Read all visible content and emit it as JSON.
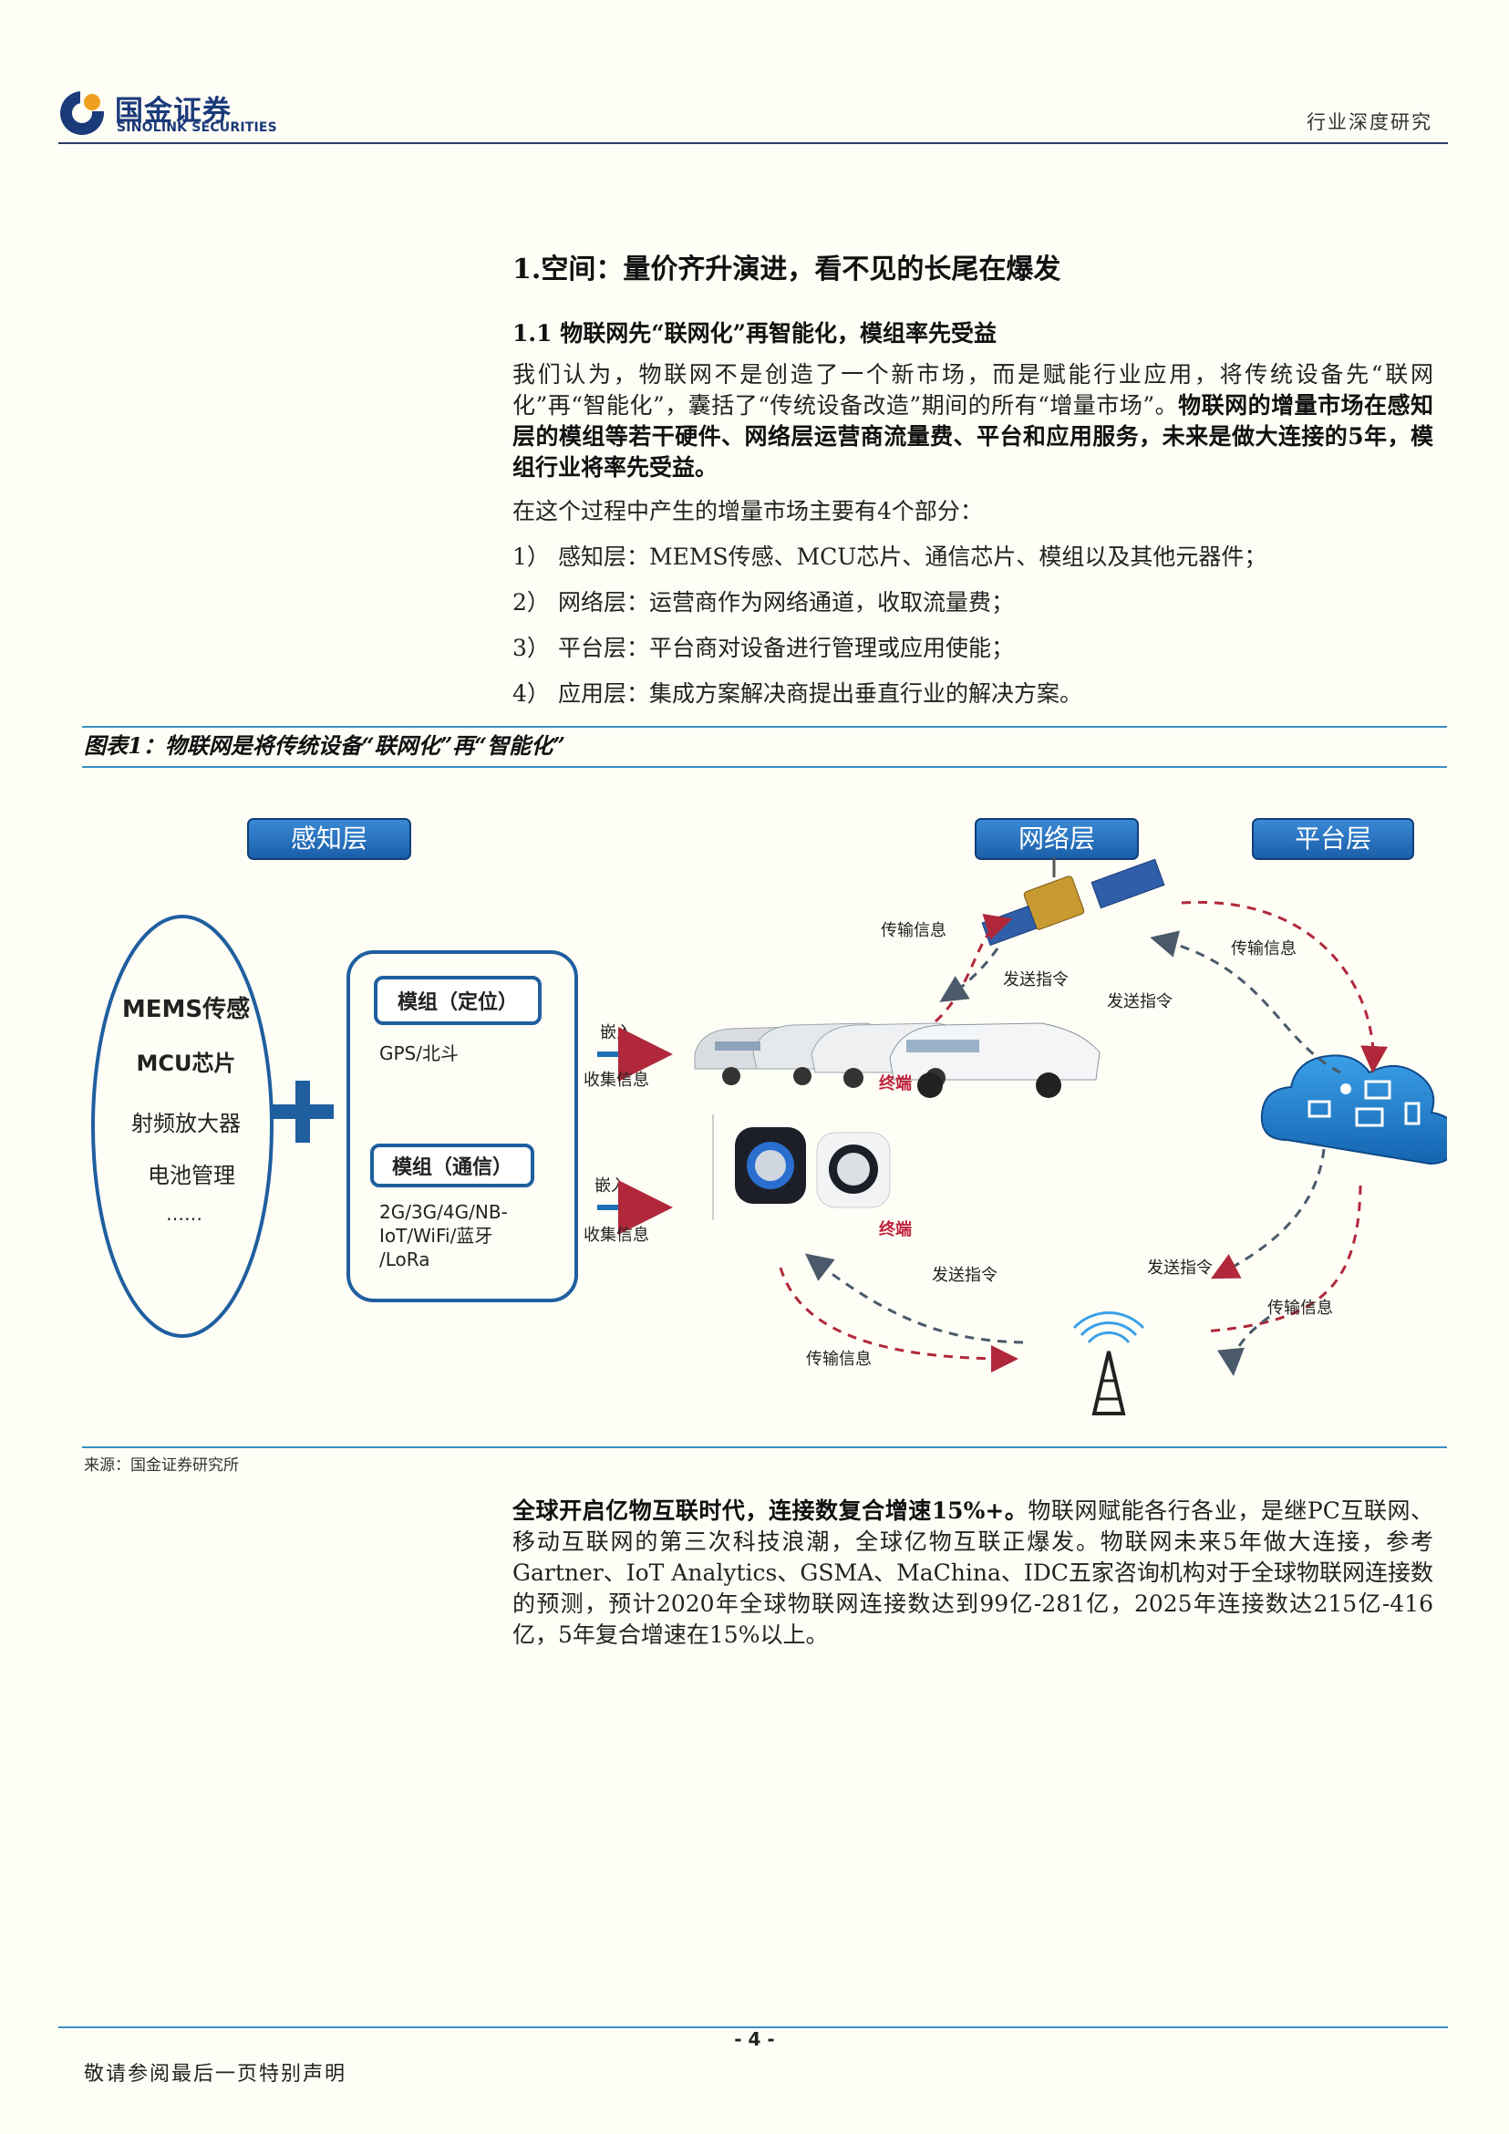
{
  "header": {
    "logo_cn": "国金证券",
    "logo_en": "SINOLINK SECURITIES",
    "report_type": "行业深度研究"
  },
  "section": {
    "h1": "1.空间：量价齐升演进，看不见的长尾在爆发",
    "h2": "1.1 物联网先“联网化”再智能化，模组率先受益",
    "p1_text": "我们认为，物联网不是创造了一个新市场，而是赋能行业应用，将传统设备先“联网化”再“智能化”，囊括了“传统设备改造”期间的所有“增量市场”。",
    "p1_bold": "物联网的增量市场在感知层的模组等若干硬件、网络层运营商流量费、平台和应用服务，未来是做大连接的5年，模组行业将率先受益。",
    "p2": "在这个过程中产生的增量市场主要有4个部分：",
    "list": [
      {
        "num": "1）",
        "text": "感知层：MEMS传感、MCU芯片、通信芯片、模组以及其他元器件；"
      },
      {
        "num": "2）",
        "text": "网络层：运营商作为网络通道，收取流量费；"
      },
      {
        "num": "3）",
        "text": "平台层：平台商对设备进行管理或应用使能；"
      },
      {
        "num": "4）",
        "text": "应用层：集成方案解决商提出垂直行业的解决方案。"
      }
    ]
  },
  "figure": {
    "title": "图表1：物联网是将传统设备“联网化”再“智能化”",
    "layers": {
      "perception": "感知层",
      "network": "网络层",
      "platform": "平台层"
    },
    "ellipse_items": [
      "MEMS传感",
      "MCU芯片",
      "射频放大器",
      "电池管理",
      "……"
    ],
    "module_position": {
      "title": "模组（定位）",
      "text": "GPS/北斗"
    },
    "module_comm": {
      "title": "模组（通信）",
      "lines": [
        "2G/3G/4G/NB-",
        "IoT/WiFi/蓝牙",
        "/LoRa"
      ]
    },
    "embed": "嵌入",
    "collect": "收集信息",
    "terminal": "终端",
    "transmit": "传输信息",
    "send_cmd": "发送指令",
    "source": "来源：国金证券研究所"
  },
  "closing": {
    "bold": "全球开启亿物互联时代，连接数复合增速15%+。",
    "text": "物联网赋能各行各业，是继PC互联网、移动互联网的第三次科技浪潮，全球亿物互联正爆发。物联网未来5年做大连接，参考Gartner、IoT Analytics、GSMA、MaChina、IDC五家咨询机构对于全球物联网连接数的预测，预计2020年全球物联网连接数达到99亿-281亿，2025年连接数达215亿-416亿，5年复合增速在15%以上。"
  },
  "footer": {
    "page": "- 4 -",
    "disclaimer": "敬请参阅最后一页特别声明"
  },
  "colors": {
    "brand_blue": "#1b3a7a",
    "rule_blue": "#3a8fc4",
    "layer_blue": "#1f6fb8",
    "arrow_red": "#b0283a",
    "arrow_gray": "#4a5a6a"
  }
}
